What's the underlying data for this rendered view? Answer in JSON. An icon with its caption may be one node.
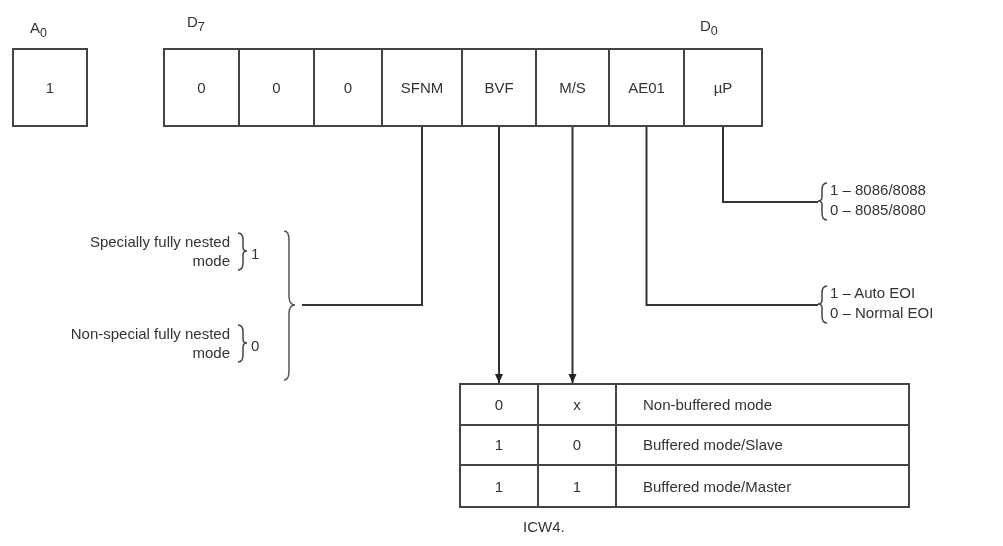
{
  "diagram": {
    "caption": "ICW4.",
    "nodes": [
      {
        "text": [
          "1"
        ],
        "beside": [
          "A$_{0}$"
        ]
      },
      {
        "text": [
          "0"
        ],
        "beside": [
          "D$_{7}$"
        ]
      },
      {
        "text": [
          "0"
        ]
      },
      {
        "text": [
          "0"
        ]
      },
      {
        "text": [
          "SFNM"
        ]
      },
      {
        "text": [
          "BVF"
        ]
      },
      {
        "text": [
          "M/S"
        ]
      },
      {
        "text": [
          "AE01"
        ]
      },
      {
        "text": [
          "µP"
        ],
        "beside": [
          "D$_{0}$"
        ]
      },
      {
        "text": [
          "Specially fully nested mode",
          "1",
          "Non-special fully nested mode",
          "0"
        ]
      },
      {
        "text": [
          "1 – 8086/8088",
          "0 – 8085/8080"
        ]
      },
      {
        "text": [
          "1 – Auto EOI",
          "0 – Normal EOI"
        ]
      },
      {
        "text": [
          "0",
          "x",
          "Non-buffered mode",
          "1",
          "0",
          "Buffered mode/Slave",
          "1",
          "1",
          "Buffered mode/Master"
        ]
      }
    ],
    "edges": [
      {
        "from": 4,
        "to": 9,
        "arrow": "none"
      },
      {
        "from": 5,
        "to": 12,
        "arrow": "to"
      },
      {
        "from": 6,
        "to": 12,
        "arrow": "to"
      },
      {
        "from": 7,
        "to": 11,
        "arrow": "none"
      },
      {
        "from": 8,
        "to": 10,
        "arrow": "none"
      }
    ]
  }
}
